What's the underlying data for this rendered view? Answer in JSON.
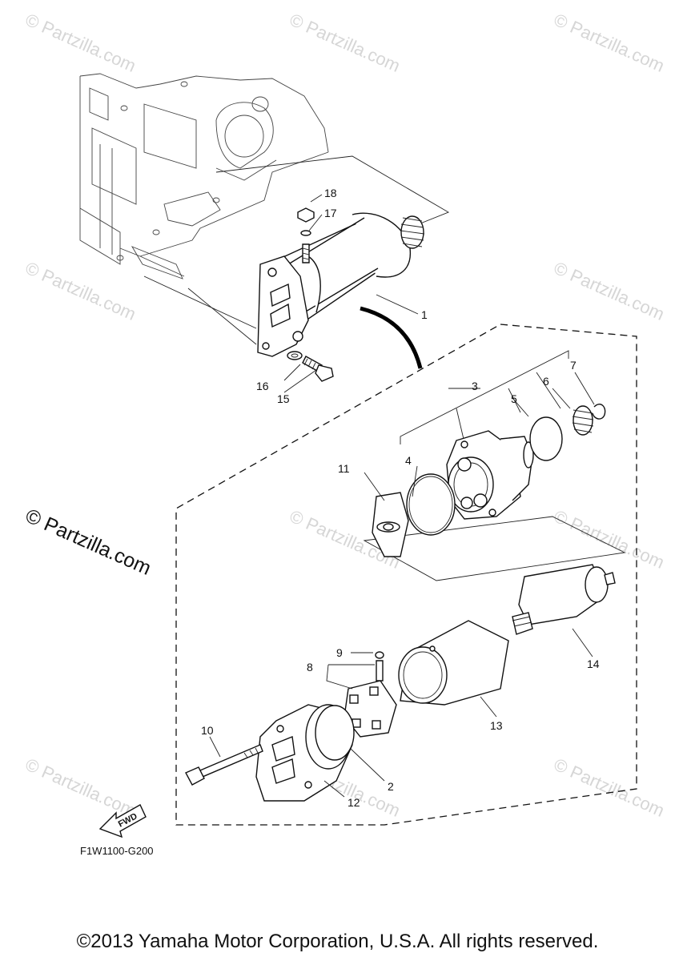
{
  "watermark": "© Partzilla.com",
  "side_watermark": "© Partzilla.com",
  "diagram_code": "F1W1100-G200",
  "fwd_label": "FWD",
  "copyright": "©2013 Yamaha Motor Corporation, U.S.A. All rights reserved.",
  "callouts": [
    "1",
    "2",
    "3",
    "4",
    "5",
    "6",
    "7",
    "8",
    "9",
    "10",
    "11",
    "12",
    "13",
    "14",
    "15",
    "16",
    "17",
    "18"
  ]
}
